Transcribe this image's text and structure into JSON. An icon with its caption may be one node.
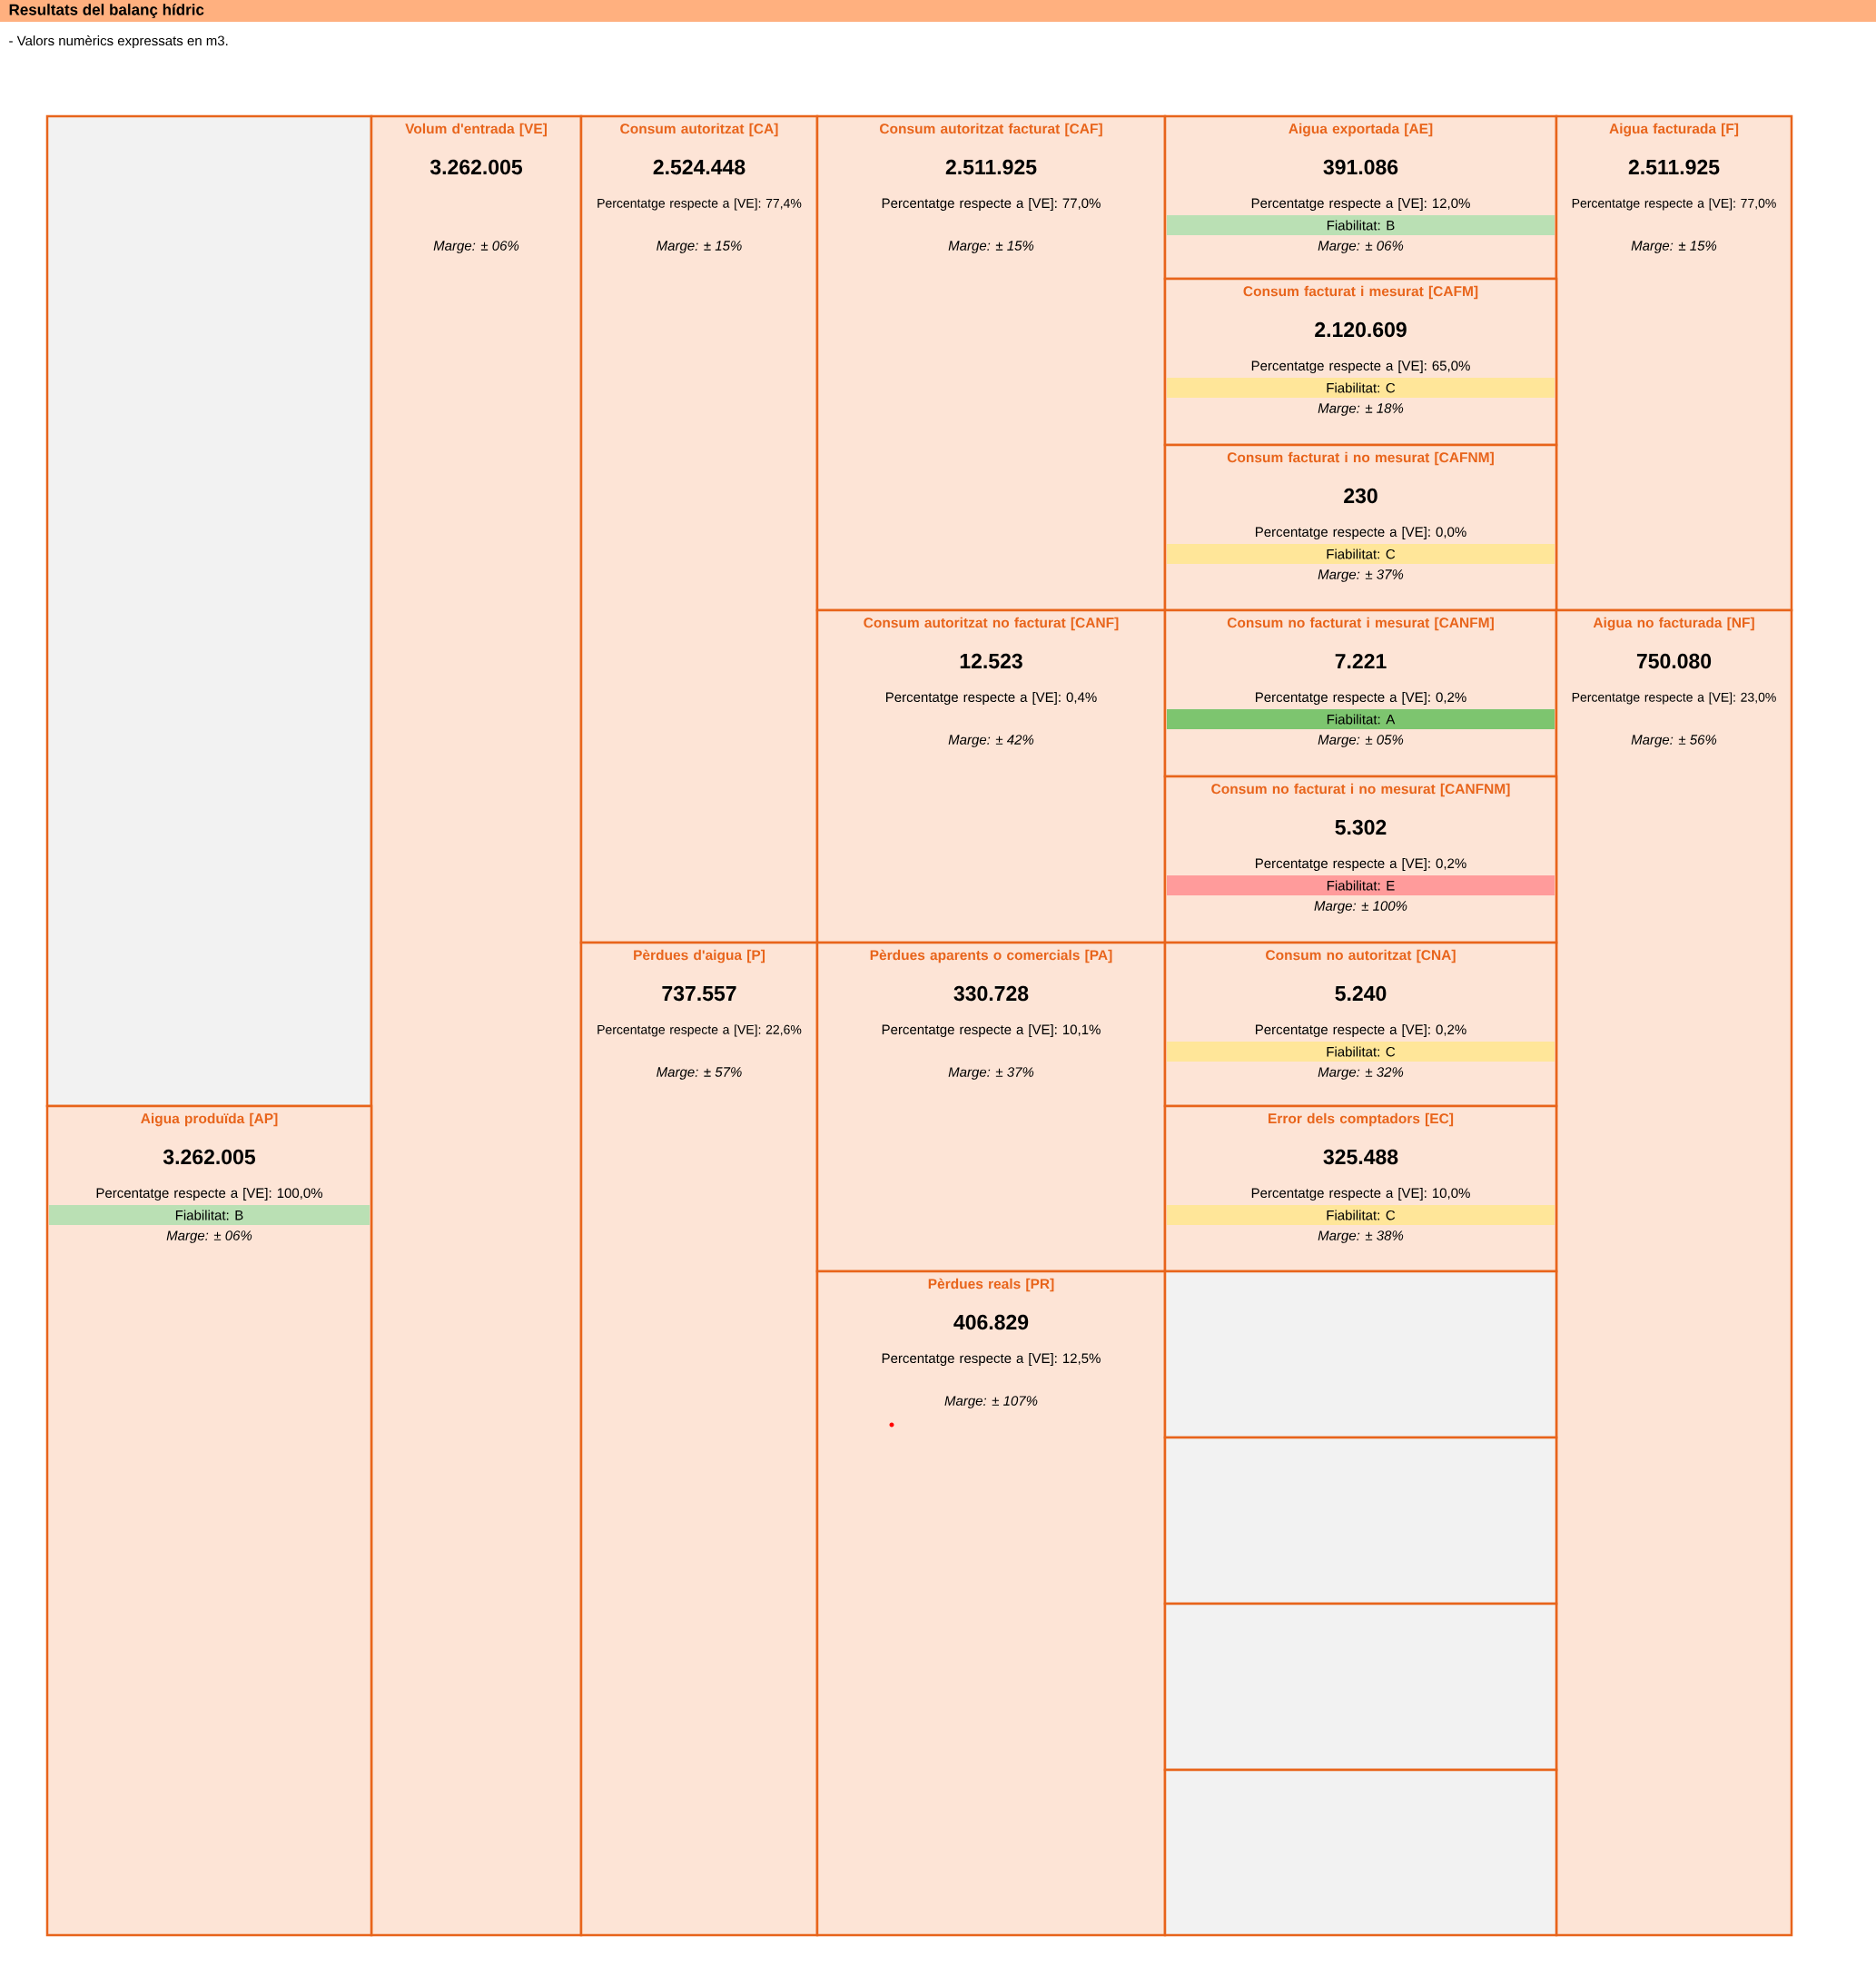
{
  "diagram": {
    "title": "Resultats del balanç hídric",
    "nodes": [
      {
        "text": [],
        "shape": "box"
      },
      {
        "text": [
          "Volum d'entrada [VE]",
          "3.262.005",
          "Marge: ± 06%"
        ]
      },
      {
        "text": [
          "Consum autoritzat [CA]",
          "2.524.448",
          "Percentatge respecte a [VE]: 77,4%",
          "Marge: ± 15%"
        ]
      },
      {
        "text": [
          "Consum autoritzat facturat [CAF]",
          "2.511.925",
          "Percentatge respecte a [VE]: 77,0%",
          "Marge: ± 15%"
        ]
      },
      {
        "text": [
          "Aigua exportada [AE]",
          "391.086",
          "Percentatge respecte a [VE]: 12,0%",
          "Fiabilitat: B",
          "Marge: ± 06%"
        ]
      },
      {
        "text": [
          "Aigua facturada [F]",
          "2.511.925",
          "Percentatge respecte a [VE]: 77,0%",
          "Marge: ± 15%"
        ]
      },
      {
        "text": [
          "Consum facturat i mesurat [CAFM]",
          "2.120.609",
          "Percentatge respecte a [VE]: 65,0%",
          "Fiabilitat: C",
          "Marge: ± 18%"
        ]
      },
      {
        "text": [
          "Consum facturat i no mesurat [CAFNM]",
          "230",
          "Percentatge respecte a [VE]: 0,0%",
          "Fiabilitat: C",
          "Marge: ± 37%"
        ]
      },
      {
        "text": [
          "Consum autoritzat no facturat [CANF]",
          "12.523",
          "Percentatge respecte a [VE]: 0,4%",
          "Marge: ± 42%"
        ]
      },
      {
        "text": [
          "Consum no facturat i mesurat [CANFM]",
          "7.221",
          "Percentatge respecte a [VE]: 0,2%",
          "Fiabilitat: A",
          "Marge: ± 05%"
        ]
      },
      {
        "text": [
          "Aigua no facturada [NF]",
          "750.080",
          "Percentatge respecte a [VE]: 23,0%",
          "Marge: ± 56%"
        ]
      },
      {
        "text": [
          "Consum no facturat i no mesurat [CANFNM]",
          "5.302",
          "Percentatge respecte a [VE]: 0,2%",
          "Fiabilitat: E",
          "Marge: ± 100%"
        ]
      },
      {
        "text": [
          "Pèrdues d'aigua [P]",
          "737.557",
          "Percentatge respecte a [VE]: 22,6%",
          "Marge: ± 57%"
        ]
      },
      {
        "text": [
          "Pèrdues aparents o comercials [PA]",
          "330.728",
          "Percentatge respecte a [VE]: 10,1%",
          "Marge: ± 37%"
        ]
      },
      {
        "text": [
          "Consum no autoritzat [CNA]",
          "5.240",
          "Percentatge respecte a [VE]: 0,2%",
          "Fiabilitat: C",
          "Marge: ± 32%"
        ]
      },
      {
        "text": [
          "Aigua produïda [AP]",
          "3.262.005",
          "Percentatge respecte a [VE]: 100,0%",
          "Fiabilitat: B",
          "Marge: ± 06%"
        ]
      },
      {
        "text": [
          "Error dels comptadors [EC]",
          "325.488",
          "Percentatge respecte a [VE]: 10,0%",
          "Fiabilitat: C",
          "Marge: ± 38%"
        ]
      },
      {
        "text": [
          "Pèrdues reals [PR]",
          "406.829",
          "Percentatge respecte a [VE]: 12,5%",
          "Marge: ± 107%"
        ]
      },
      {
        "text": [],
        "shape": "box"
      },
      {
        "text": [],
        "shape": "box"
      },
      {
        "text": [],
        "shape": "box"
      },
      {
        "text": [],
        "shape": "box"
      }
    ],
    "labels": [
      "- Valors numèrics expressats en m3."
    ]
  }
}
